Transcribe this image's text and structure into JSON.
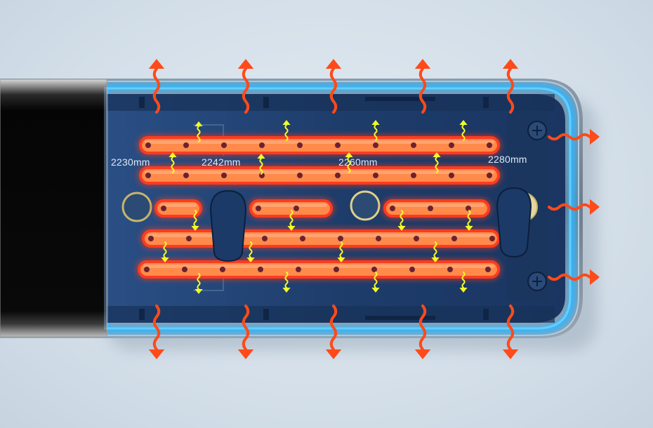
{
  "size_labels": [
    "2230mm",
    "2242mm",
    "2260mm",
    "2280mm"
  ],
  "colors": {
    "background": "#d4dfe9",
    "case_blue": "#1f3d6e",
    "glow_cyan": "#2fb6ff",
    "heat_red": "#ff3b1e",
    "heat_orange": "#ff8a4a",
    "arrow_red": "#ff4a1a",
    "arrow_yellow": "#f2ff2a",
    "ssd_black": "#0a0a0a"
  },
  "icons": {
    "screw": "screw-icon",
    "heat_up": "heat-arrow-icon",
    "spark": "yellow-heat-arrow-icon"
  }
}
